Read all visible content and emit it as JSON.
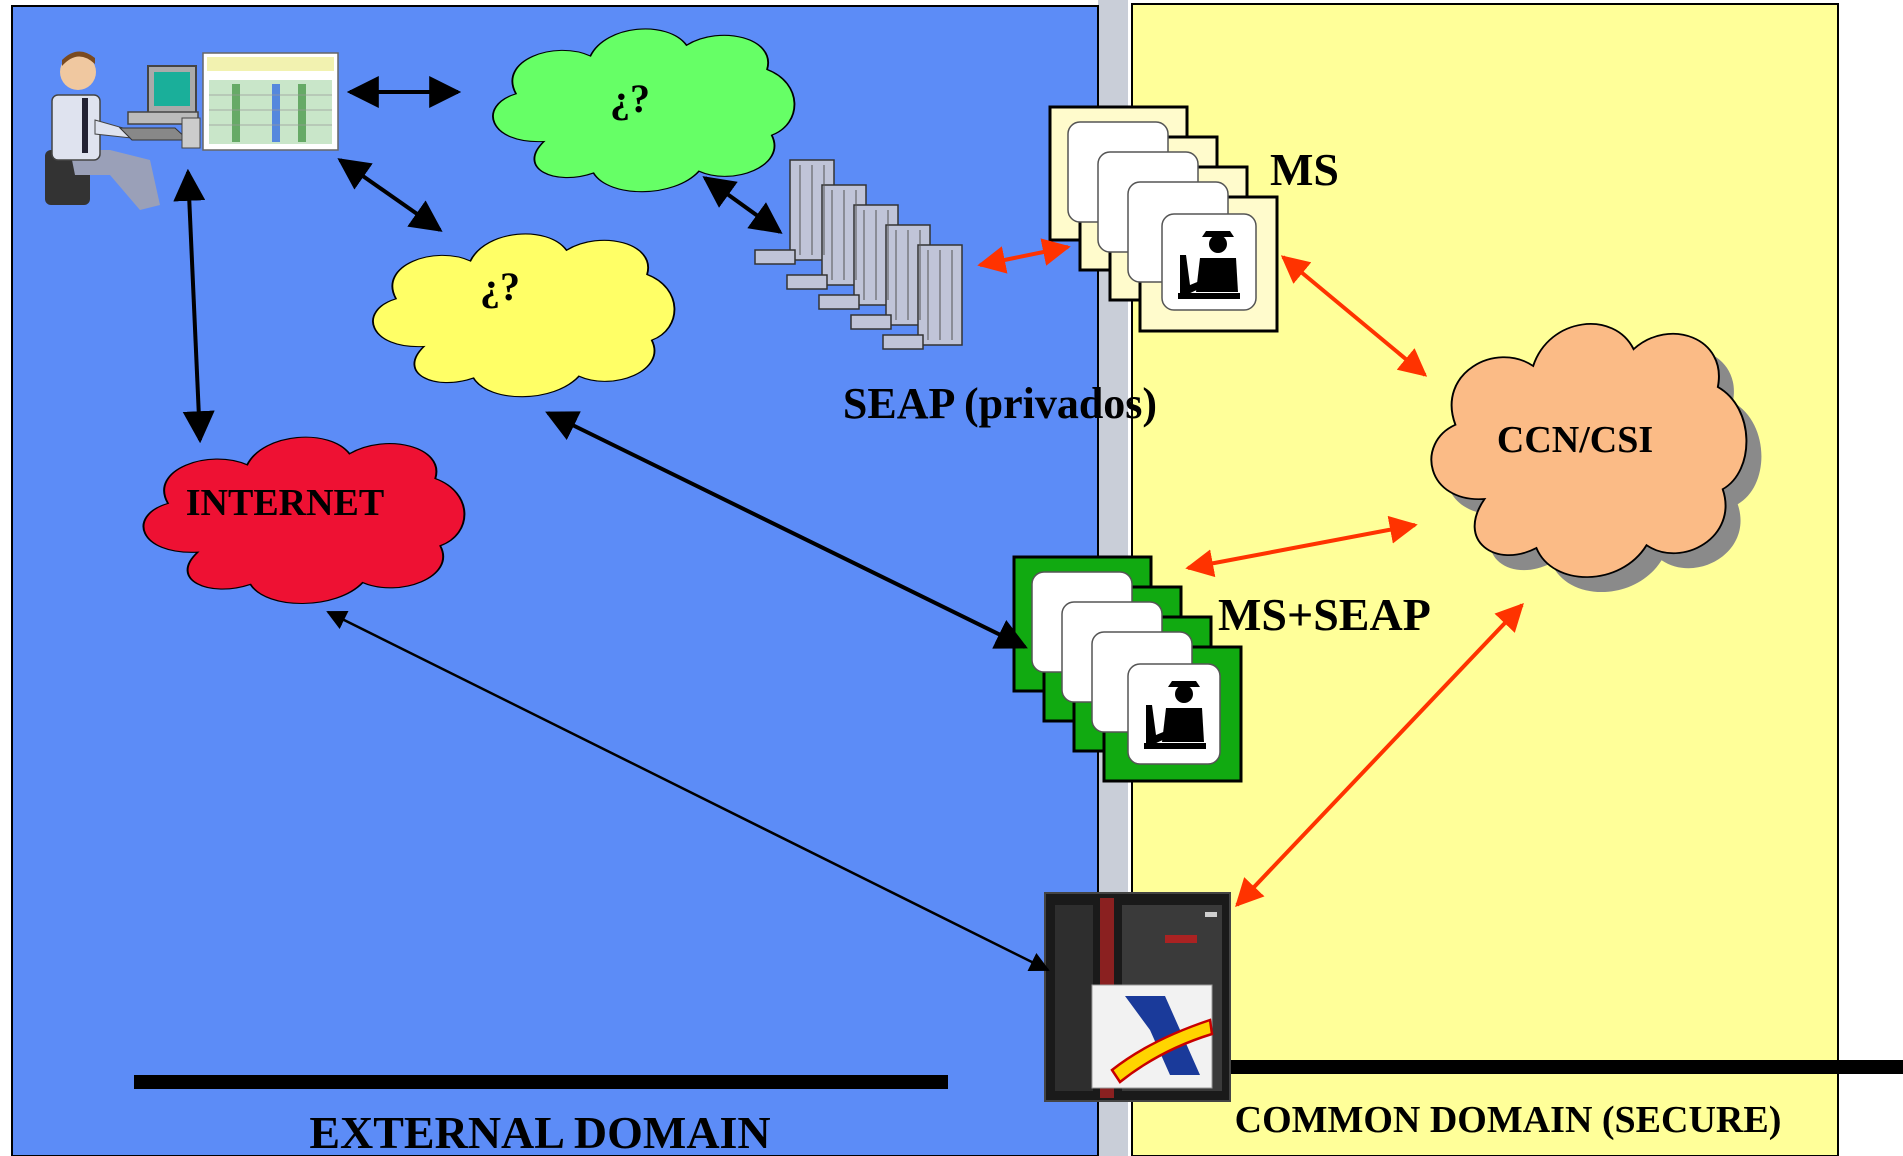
{
  "colors": {
    "external_bg": "#5c8cf7",
    "common_bg": "#ffff99",
    "cloud_green": "#66ff66",
    "cloud_yellow": "#ffff66",
    "cloud_red": "#ee1133",
    "cloud_orange": "#fbbb86",
    "ms_node": "#fffbcc",
    "ms_seap_node": "#11aa11",
    "red_link": "#ff3300",
    "black_link": "#000000"
  },
  "labels": {
    "cloud_green": "¿?",
    "cloud_yellow": "¿?",
    "internet": "INTERNET",
    "ccn_csi": "CCN/CSI",
    "ms": "MS",
    "ms_seap": "MS+SEAP",
    "seap_privados": "SEAP (privados)",
    "external_domain": "EXTERNAL DOMAIN",
    "common_domain": "COMMON DOMAIN (SECURE)"
  },
  "icons": {
    "user": "user-at-computer-icon",
    "form": "web-form-icon",
    "buildings": "office-buildings-icon",
    "customs": "customs-officer-icon",
    "mainframe": "mainframe-server-icon",
    "agency_logo": "tax-agency-logo-icon"
  }
}
